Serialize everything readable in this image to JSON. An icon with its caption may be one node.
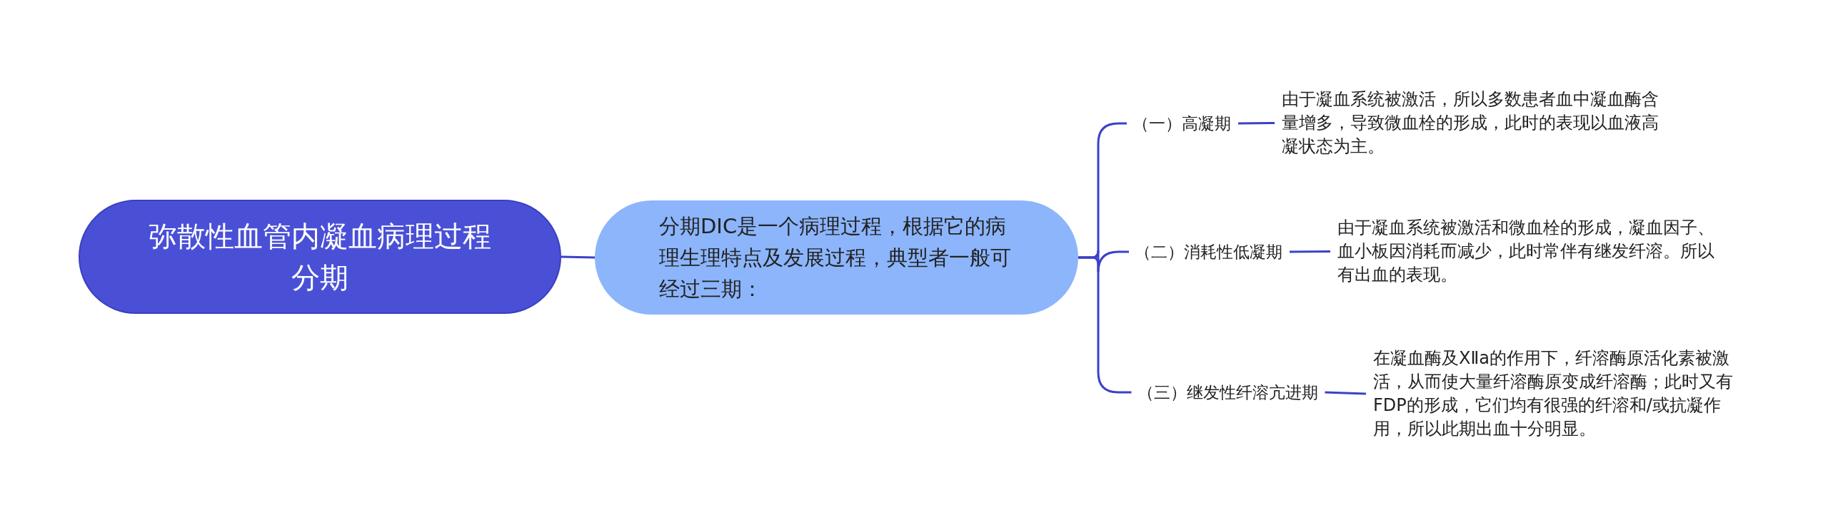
{
  "diagram": {
    "nodes": [
      {
        "text": [
          "弥散性血管内凝血病理过程分期"
        ]
      },
      {
        "text": [
          "分期DIC是一个病理过程，根据它的病理生理特点及发展过程，典型者一般可经过三期："
        ]
      },
      {
        "text": [
          "（一）高凝期"
        ]
      },
      {
        "text": [
          "由于凝血系统被激活，所以多数患者血中凝血酶含量增多，导致微血栓的形成，此时的表现以血液高凝状态为主。"
        ]
      },
      {
        "text": [
          "（二）消耗性低凝期"
        ]
      },
      {
        "text": [
          "由于凝血系统被激活和微血栓的形成，凝血因子、血小板因消耗而减少，此时常伴有继发纤溶。所以有出血的表现。"
        ]
      },
      {
        "text": [
          "（三）继发性纤溶亢进期"
        ]
      },
      {
        "text": [
          "在凝血酶及XⅡa的作用下，纤溶酶原活化素被激活，从而使大量纤溶酶原变成纤溶酶；此时又有FDP的形成，它们均有很强的纤溶和/或抗凝作用，所以此期出血十分明显。"
        ]
      }
    ],
    "edges": [
      {
        "from": 0,
        "to": 1,
        "arrow": "none"
      },
      {
        "from": 1,
        "to": 2,
        "arrow": "none"
      },
      {
        "from": 1,
        "to": 4,
        "arrow": "none"
      },
      {
        "from": 1,
        "to": 6,
        "arrow": "none"
      },
      {
        "from": 2,
        "to": 3,
        "arrow": "none"
      },
      {
        "from": 4,
        "to": 5,
        "arrow": "none"
      },
      {
        "from": 6,
        "to": 7,
        "arrow": "none"
      }
    ]
  }
}
